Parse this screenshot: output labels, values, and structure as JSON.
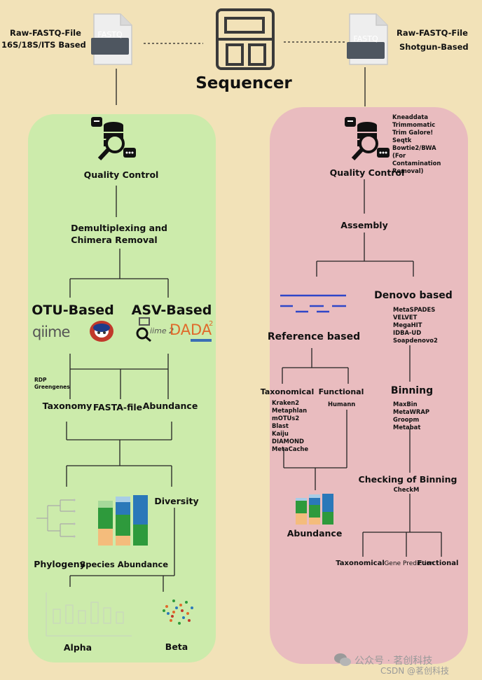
{
  "header": {
    "left_file_label_line1": "Raw-FASTQ-File",
    "left_file_label_line2": "16S/18S/ITS Based",
    "right_file_label_line1": "Raw-FASTQ-File",
    "right_file_label_line2": "Shotgun-Based",
    "file_icon_text": "FASTQ",
    "sequencer_label": "Sequencer"
  },
  "left": {
    "quality_control": "Quality Control",
    "demux_line1": "Demultiplexing and",
    "demux_line2": "Chimera Removal",
    "otu_based": "OTU-Based",
    "asv_based": "ASV-Based",
    "logo_qiime": "qiime",
    "logo_qiime2": "iime 2",
    "logo_dada": "DA",
    "logo_dada2": "DA",
    "logo_dada2_sup": "2",
    "rdp": "RDP",
    "greengenes": "Greengenes",
    "taxonomy": "Taxonomy",
    "fasta_file": "FASTA-file",
    "abundance": "Abundance",
    "diversity": "Diversity",
    "phylogeny": "Phylogeny",
    "species_abundance": "Species Abundance",
    "alpha": "Alpha",
    "beta": "Beta"
  },
  "right": {
    "qc_tools": [
      "Kneaddata",
      "Trimmomatic",
      "Trim Galore!",
      "Seqtk",
      "Bowtie2/BWA",
      "(For",
      "Contamination",
      "Removal)"
    ],
    "quality_control": "Quality Control",
    "assembly": "Assembly",
    "reference_based": "Reference based",
    "denovo_based": "Denovo based",
    "denovo_tools": [
      "MetaSPADES",
      "VELVET",
      "MegaHIT",
      "IDBA-UD",
      "Soapdenovo2"
    ],
    "taxonomical": "Taxonomical",
    "functional": "Functional",
    "taxonomical_tools": [
      "Kraken2",
      "Metaphlan",
      "mOTUs2",
      "Blast",
      "Kaiju",
      "DIAMOND",
      "MetaCache"
    ],
    "functional_tools": [
      "Humann"
    ],
    "binning": "Binning",
    "binning_tools": [
      "MaxBin",
      "MetaWRAP",
      "Groopm",
      "Metabat"
    ],
    "checking_binning": "Checking of Binning",
    "checkm": "CheckM",
    "abundance": "Abundance",
    "out_taxonomical": "Taxonomical",
    "out_gene_prediction": "Gene Prediction",
    "out_functional": "Functional"
  },
  "watermark": {
    "line1": "公众号 · 茗创科技",
    "line2": "CSDN @茗创科技"
  },
  "colors": {
    "background": "#f2e2b8",
    "left_panel": "#ccebab",
    "right_panel": "#e9bcbf",
    "bar_blue": "#2a78b9",
    "bar_green": "#2e9a3c",
    "bar_orange": "#f4bc7c",
    "bar_lightblue": "#a8cde6",
    "bar_lightgreen": "#a6d99a",
    "reference_lines": "#2f46c8"
  }
}
